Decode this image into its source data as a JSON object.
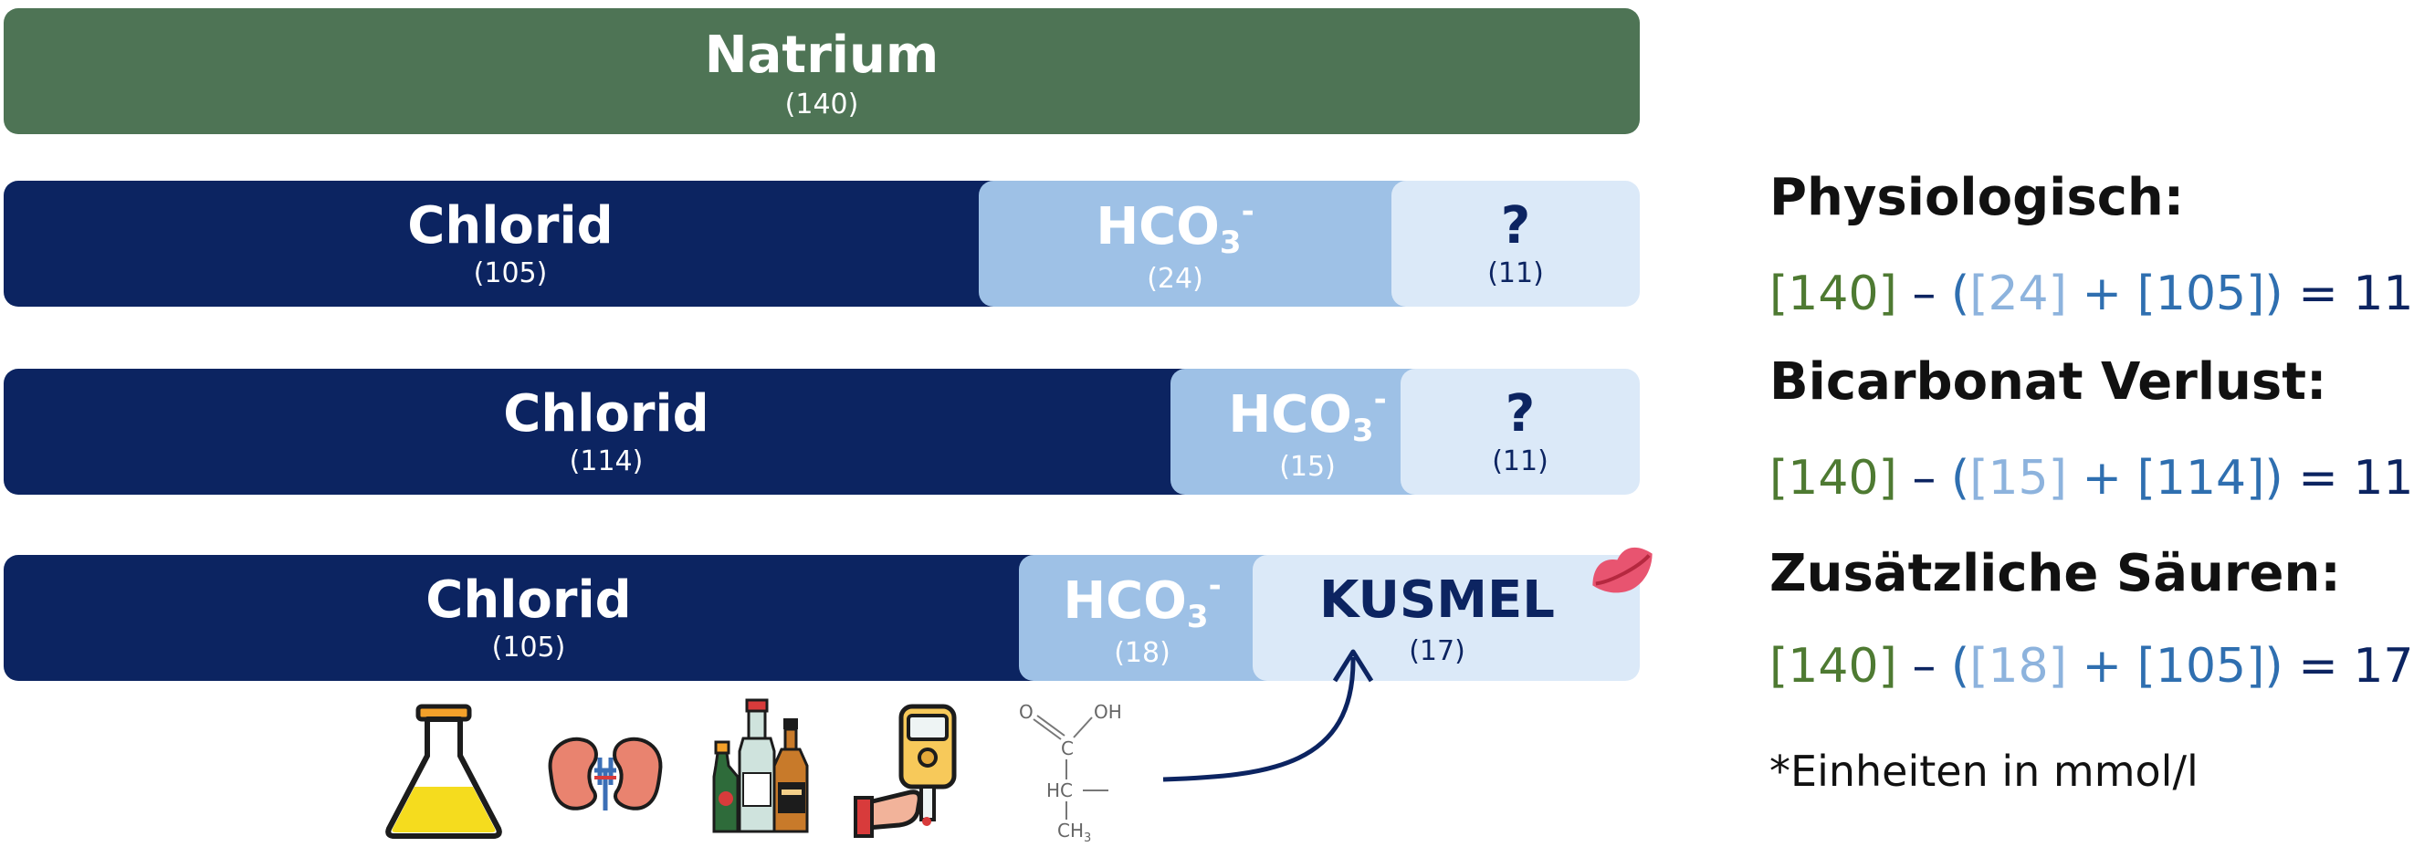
{
  "bars": {
    "natrium": {
      "label": "Natrium",
      "value": "(140)"
    },
    "row1": {
      "chlorid": {
        "label": "Chlorid",
        "value": "(105)"
      },
      "hco3": {
        "label": "HCO",
        "sub": "3",
        "sup": "-",
        "value": "(24)"
      },
      "gap": {
        "label": "?",
        "value": "(11)"
      }
    },
    "row2": {
      "chlorid": {
        "label": "Chlorid",
        "value": "(114)"
      },
      "hco3": {
        "label": "HCO",
        "sub": "3",
        "sup": "-",
        "value": "(15)"
      },
      "gap": {
        "label": "?",
        "value": "(11)"
      }
    },
    "row3": {
      "chlorid": {
        "label": "Chlorid",
        "value": "(105)"
      },
      "hco3": {
        "label": "HCO",
        "sub": "3",
        "sup": "-",
        "value": "(18)"
      },
      "gap": {
        "label": "KUSMEL",
        "value": "(17)"
      }
    }
  },
  "equations": [
    {
      "title": "Physiologisch:",
      "na": "[140]",
      "minus": "–",
      "open": "(",
      "hco": "[24]",
      "plus": "+",
      "cl": "[105]",
      "close": ")",
      "eq": "=",
      "result": "11"
    },
    {
      "title": "Bicarbonat Verlust:",
      "na": "[140]",
      "minus": "–",
      "open": "(",
      "hco": "[15]",
      "plus": "+",
      "cl": "[114]",
      "close": ")",
      "eq": "=",
      "result": "11"
    },
    {
      "title": "Zusätzliche Säuren:",
      "na": "[140]",
      "minus": "–",
      "open": "(",
      "hco": "[18]",
      "plus": "+",
      "cl": "[105]",
      "close": ")",
      "eq": "=",
      "result": "17"
    }
  ],
  "note": "*Einheiten in mmol/l",
  "molecule": {
    "oh": "OH",
    "o": "O",
    "c": "C",
    "hc": "HC",
    "ch3": "CH",
    "ch3_sub": "3"
  },
  "icons": [
    "flask-icon",
    "kidney-icon",
    "bottles-icon",
    "glucometer-icon",
    "lactic-acid-molecule",
    "lips-icon"
  ],
  "colors": {
    "natrium": "#4e7455",
    "chlorid": "#0c2461",
    "hco3": "#9ec1e6",
    "gap": "#dbe9f8"
  }
}
